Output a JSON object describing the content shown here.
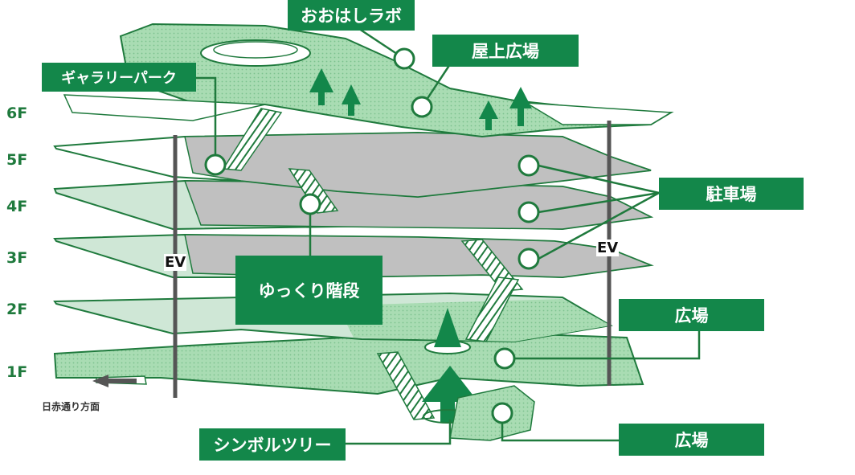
{
  "floors": [
    "6F",
    "5F",
    "4F",
    "3F",
    "2F",
    "1F"
  ],
  "callouts": {
    "ohashi_lab": "おおはしラボ",
    "rooftop_plaza": "屋上広場",
    "gallery_park": "ギャラリーパーク",
    "parking": "駐車場",
    "slow_stairs": "ゆっくり階段",
    "plaza_2f": "広場",
    "plaza_1f": "広場",
    "symbol_tree": "シンボルツリー"
  },
  "elevator_left": "EV",
  "elevator_right": "EV",
  "direction": "日赤通り方面",
  "colors": {
    "brand_green": "#13874a",
    "light_green": "#a9dcb3",
    "pale_green": "#cfe7d6",
    "gray_slab": "#c0c0c0"
  }
}
